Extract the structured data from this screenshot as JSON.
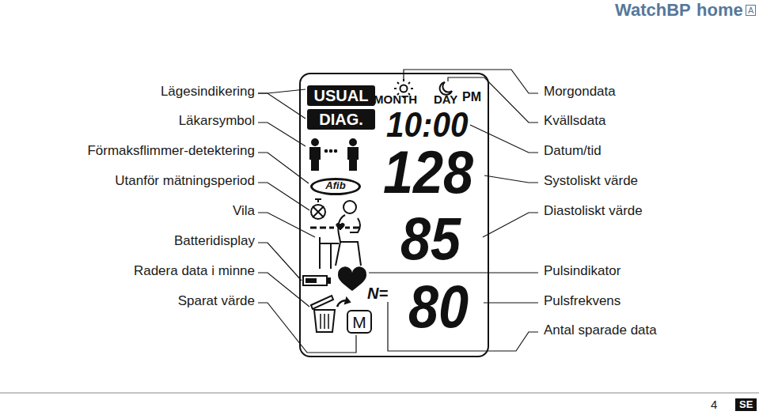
{
  "diagram": {
    "nodes": [
      {
        "text": [
          "MONTH",
          "DAY",
          "PM",
          "10:00",
          "128",
          "85",
          "N=",
          "80"
        ]
      },
      {
        "text": [
          "USUAL"
        ],
        "in": 0
      },
      {
        "text": [
          "DIAG."
        ],
        "in": 0
      },
      {
        "text": [
          "Afib"
        ],
        "in": 0
      },
      {
        "text": [
          "M"
        ],
        "in": 0
      }
    ],
    "edges": [],
    "labels": [
      "WatchBP",
      "home",
      "A",
      "Lägesindikering",
      "Läkarsymbol",
      "Förmaksflimmer-detektering",
      "Utanför mätningsperiod",
      "Vila",
      "Batteridisplay",
      "Radera data i minne",
      "Sparat värde",
      "Morgondata",
      "Kvällsdata",
      "Datum/tid",
      "Systoliskt värde",
      "Diastoliskt värde",
      "Pulsindikator",
      "Pulsfrekvens",
      "Antal sparade data",
      "4",
      "SE"
    ]
  }
}
